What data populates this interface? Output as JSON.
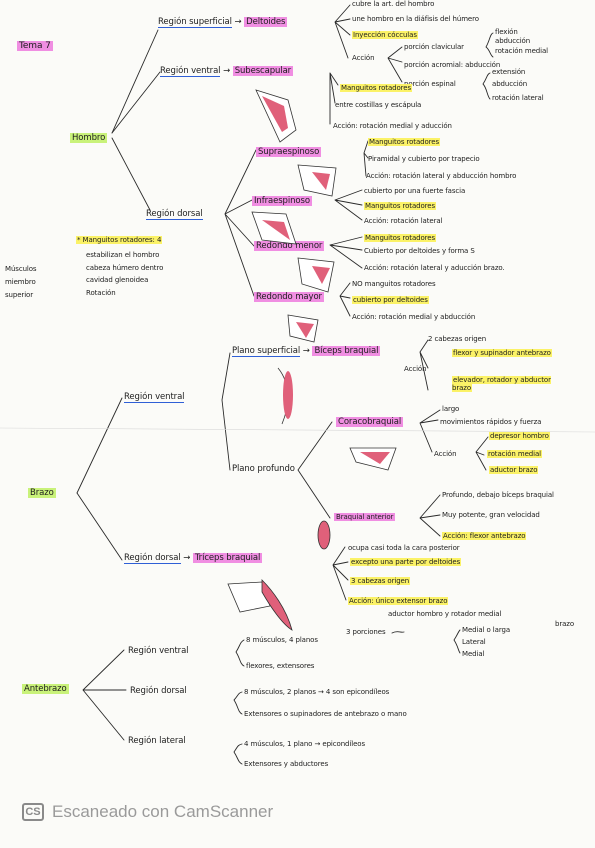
{
  "tema": "Tema 7",
  "side_note": [
    "Músculos",
    "miembro",
    "superior"
  ],
  "hombro": {
    "title": "Hombro",
    "superficial": {
      "region": "Región superficial",
      "muscle": "Deltoides",
      "notes": [
        "cubre la art. del hombro",
        "une hombro en la diáfisis del húmero",
        "Inyección cócculas"
      ],
      "accion": "Acción",
      "actions": [
        "porción clavicular",
        "porción acromial: abducción",
        "porción espinal"
      ],
      "clav_sub": [
        "flexión",
        "abducción",
        "rotación medial"
      ],
      "esp_sub": [
        "extensión",
        "abducción",
        "rotación lateral"
      ]
    },
    "ventral": {
      "region": "Región ventral",
      "muscle": "Subescapular",
      "notes": [
        "Manguitos rotadores",
        "entre costillas y escápula",
        "Acción: rotación medial y aducción"
      ]
    },
    "dorsal": {
      "region": "Región dorsal",
      "supraespinoso": {
        "name": "Supraespinoso",
        "notes": [
          "Manguitos rotadores",
          "Piramidal y cubierto por trapecio",
          "Acción: rotación lateral y abducción hombro"
        ]
      },
      "infraespinoso": {
        "name": "Infraespinoso",
        "notes": [
          "cubierto por una fuerte fascia",
          "Manguitos rotadores",
          "Acción: rotación lateral"
        ]
      },
      "redondo_menor": {
        "name": "Redondo menor",
        "notes": [
          "Manguitos rotadores",
          "Cubierto por deltoides y forma S",
          "Acción: rotación lateral y aducción brazo."
        ]
      },
      "redondo_mayor": {
        "name": "Redondo mayor",
        "notes": [
          "NO manguitos rotadores",
          "cubierto por deltoides",
          "Acción: rotación medial y abducción"
        ]
      }
    },
    "note": [
      "* Manguitos rotadores: 4",
      "estabilizan el hombro",
      "cabeza húmero dentro",
      "cavidad glenoidea",
      "Rotación"
    ]
  },
  "brazo": {
    "title": "Brazo",
    "ventral": {
      "region": "Región ventral",
      "superficial": {
        "plano": "Plano superficial",
        "muscle": "Bíceps braquial",
        "notes": [
          "2 cabezas origen",
          "flexor y supinador antebrazo",
          "elevador, rotador y abductor brazo"
        ],
        "accion": "Acción"
      },
      "profundo": {
        "plano": "Plano profundo",
        "coraco": {
          "name": "Coracobraquial",
          "notes": [
            "largo",
            "movimientos rápidos y fuerza"
          ],
          "accion": "Acción",
          "actions": [
            "depresor hombro",
            "rotación medial",
            "aductor brazo"
          ]
        },
        "braquial": {
          "name": "Braquial anterior",
          "notes": [
            "Profundo, debajo bíceps braquial",
            "Muy potente, gran velocidad",
            "Acción: flexor antebrazo"
          ]
        }
      }
    },
    "dorsal": {
      "region": "Región dorsal",
      "muscle": "Tríceps braquial",
      "notes": [
        "ocupa casi toda la cara posterior",
        "excepto una parte por deltoides",
        "3 cabezas origen",
        "Acción: único extensor brazo",
        "aductor hombro y rotador medial",
        "brazo"
      ],
      "porciones": "3 porciones",
      "porc_list": [
        "Medial o larga",
        "Lateral",
        "Medial"
      ]
    }
  },
  "antebrazo": {
    "title": "Antebrazo",
    "ventral": {
      "region": "Región ventral",
      "lines": [
        "8 músculos, 4 planos",
        "flexores, extensores"
      ]
    },
    "dorsal": {
      "region": "Región dorsal",
      "lines": [
        "8 músculos, 2 planos → 4 son epicondíleos",
        "Extensores o supinadores de antebrazo o mano"
      ]
    },
    "lateral": {
      "region": "Región lateral",
      "lines": [
        "4 músculos, 1 plano → epicondíleos",
        "Extensores y abductores"
      ]
    }
  },
  "footer": {
    "logo": "CS",
    "text": "Escaneado con CamScanner"
  },
  "colors": {
    "pink": "#f08ee2",
    "yellow": "#fbf267",
    "green": "#c9f27a",
    "ink": "#1d1d1d",
    "muscle": "#e0607a"
  }
}
